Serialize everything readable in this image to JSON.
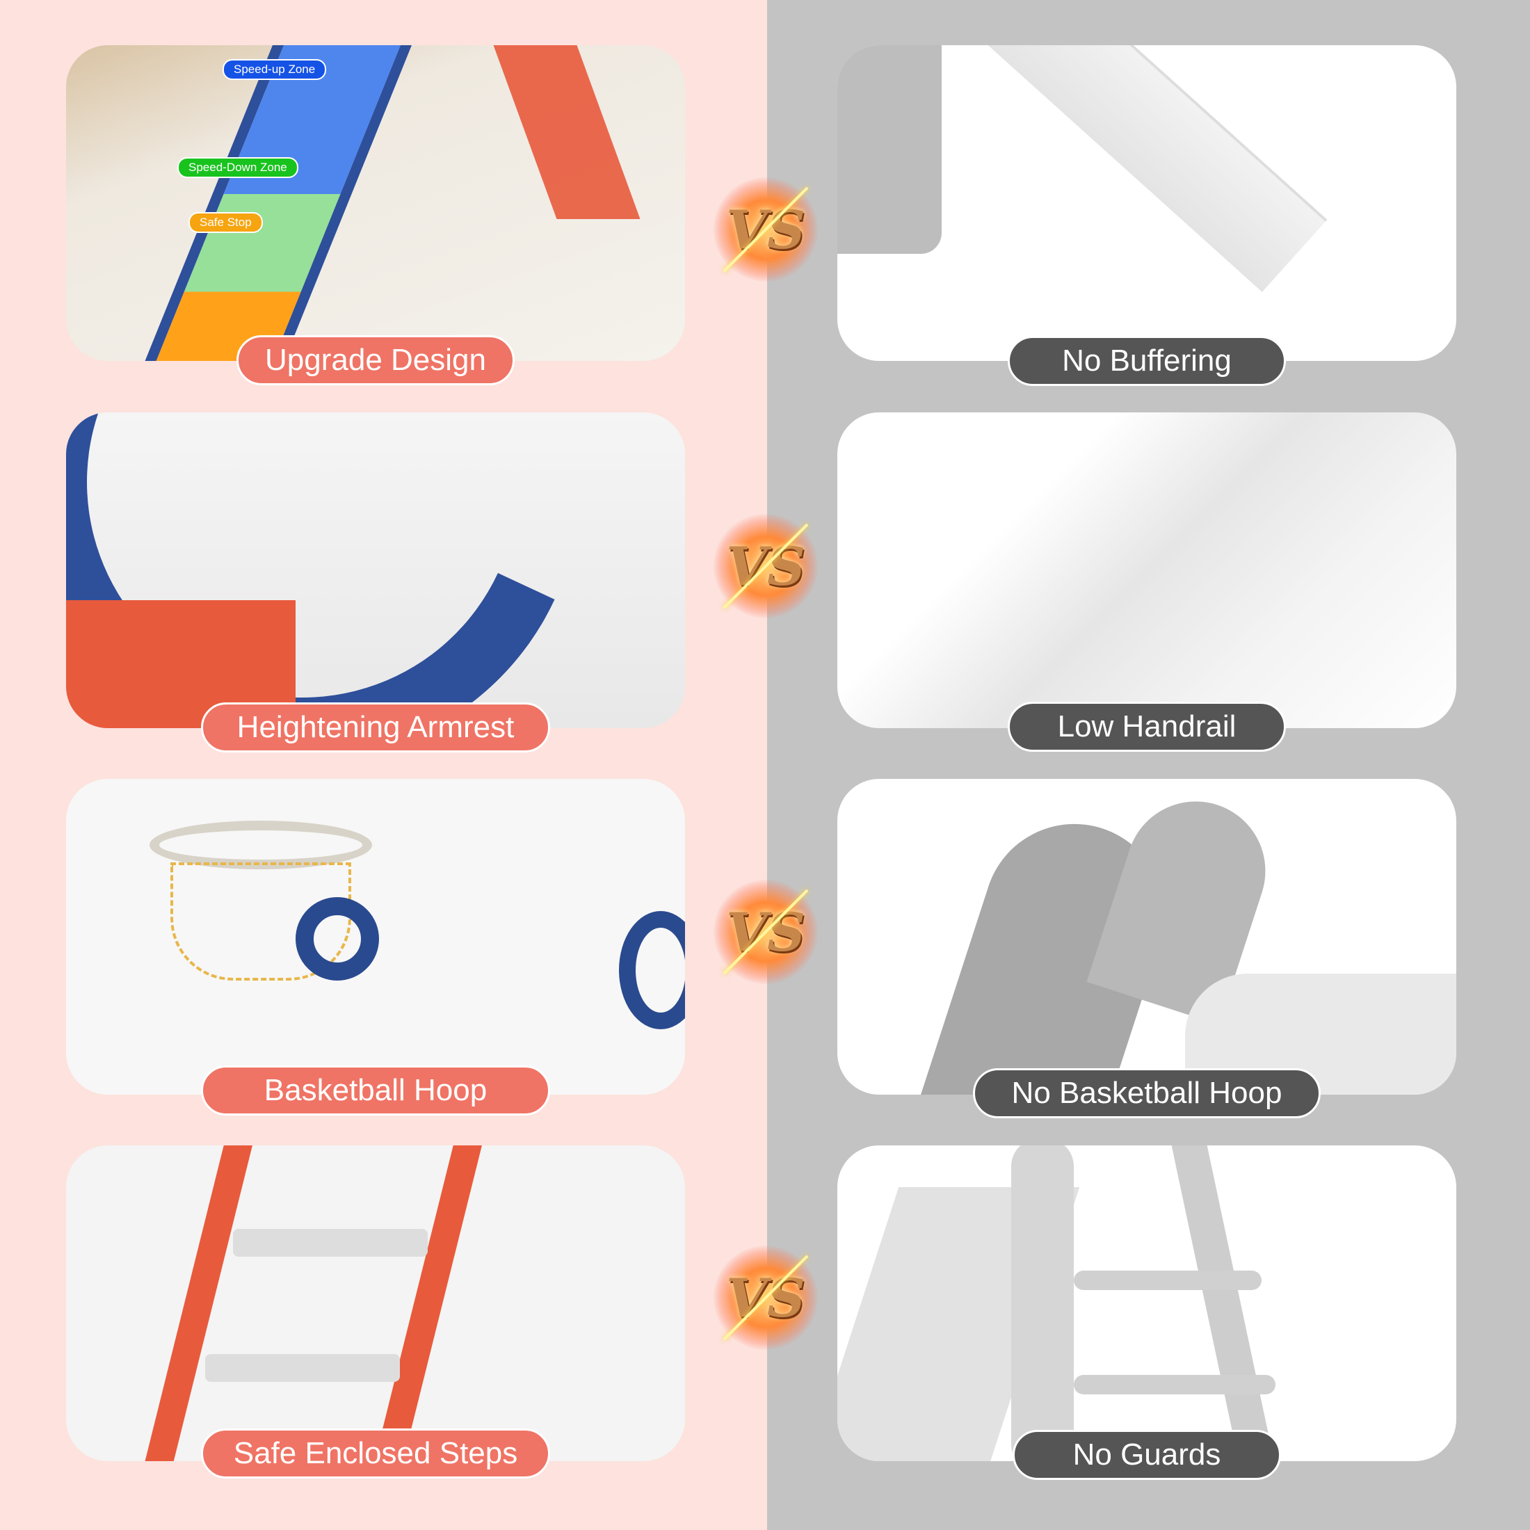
{
  "left_column": {
    "background": "#fde2de",
    "label_color": "#ef7465",
    "items": [
      {
        "label": "Upgrade Design",
        "callouts": [
          "Speed-up Zone",
          "Speed-Down Zone",
          "Safe Stop"
        ]
      },
      {
        "label": "Heightening Armrest"
      },
      {
        "label": "Basketball Hoop"
      },
      {
        "label": "Safe Enclosed Steps"
      }
    ]
  },
  "right_column": {
    "background": "#c3c3c3",
    "label_color": "#555555",
    "items": [
      {
        "label": "No Buffering"
      },
      {
        "label": "Low Handrail"
      },
      {
        "label": "No Basketball Hoop"
      },
      {
        "label": "No Guards"
      }
    ]
  },
  "vs_badge": {
    "text": "VS",
    "icon": "vs-badge-icon"
  }
}
